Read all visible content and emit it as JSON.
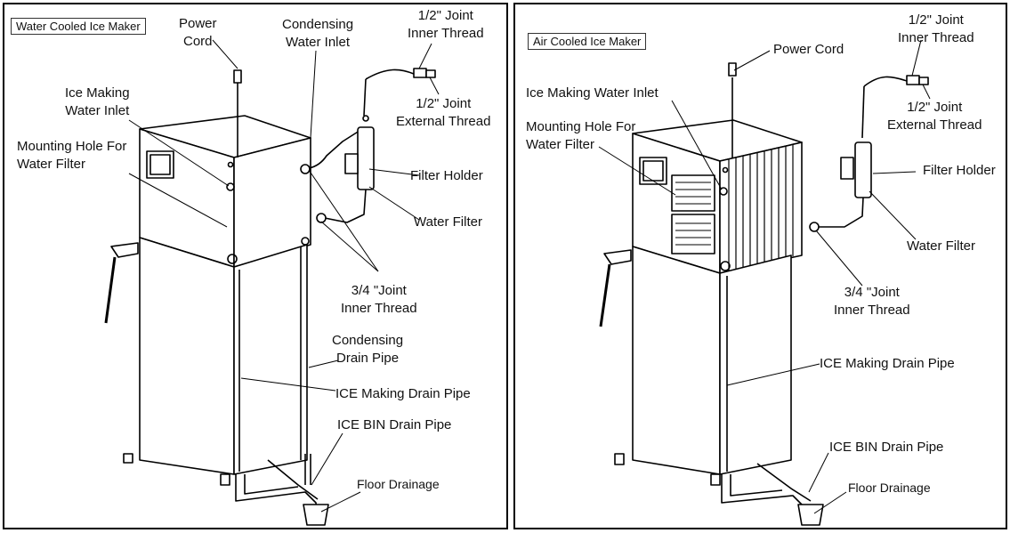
{
  "left_panel": {
    "title": "Water Cooled Ice Maker",
    "labels": {
      "power_cord_1": "Power",
      "power_cord_2": "Cord",
      "condensing_inlet_1": "Condensing",
      "condensing_inlet_2": "Water Inlet",
      "joint_inner_half_1": "1/2\" Joint",
      "joint_inner_half_2": "Inner Thread",
      "joint_external_half_1": "1/2\" Joint",
      "joint_external_half_2": "External Thread",
      "ice_water_inlet_1": "Ice Making",
      "ice_water_inlet_2": "Water Inlet",
      "mounting_hole_1": "Mounting Hole For",
      "mounting_hole_2": "Water Filter",
      "filter_holder": "Filter Holder",
      "water_filter": "Water Filter",
      "joint_three_quarter_1": "3/4 \"Joint",
      "joint_three_quarter_2": "Inner Thread",
      "condensing_drain_1": "Condensing",
      "condensing_drain_2": "Drain Pipe",
      "ice_making_drain": "ICE Making Drain Pipe",
      "ice_bin_drain": "ICE BIN Drain Pipe",
      "floor_drainage": "Floor Drainage"
    }
  },
  "right_panel": {
    "title": "Air Cooled Ice Maker",
    "labels": {
      "power_cord": "Power Cord",
      "joint_inner_half_1": "1/2\" Joint",
      "joint_inner_half_2": "Inner Thread",
      "joint_external_half_1": "1/2\" Joint",
      "joint_external_half_2": "External Thread",
      "ice_water_inlet": "Ice Making Water Inlet",
      "mounting_hole_1": "Mounting Hole For",
      "mounting_hole_2": "Water Filter",
      "filter_holder": "Filter Holder",
      "water_filter": "Water Filter",
      "joint_three_quarter_1": "3/4 \"Joint",
      "joint_three_quarter_2": "Inner Thread",
      "ice_making_drain": "ICE Making Drain Pipe",
      "ice_bin_drain": "ICE BIN Drain Pipe",
      "floor_drainage": "Floor Drainage"
    }
  }
}
